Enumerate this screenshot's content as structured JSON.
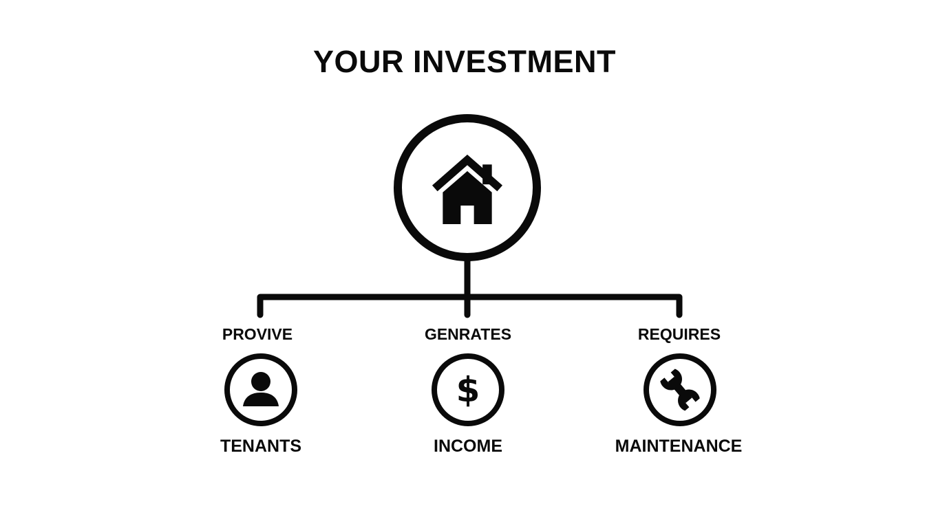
{
  "title": "YOUR INVESTMENT",
  "hub": {
    "icon": "house-icon"
  },
  "branches": [
    {
      "verb": "PROVIVE",
      "noun": "TENANTS",
      "icon": "person-icon"
    },
    {
      "verb": "GENRATES",
      "noun": "INCOME",
      "icon": "dollar-icon",
      "symbol": "$"
    },
    {
      "verb": "REQUIRES",
      "noun": "MAINTENANCE",
      "icon": "wrench-icon"
    }
  ],
  "colors": {
    "ink": "#0a0a0a",
    "background": "#ffffff"
  }
}
